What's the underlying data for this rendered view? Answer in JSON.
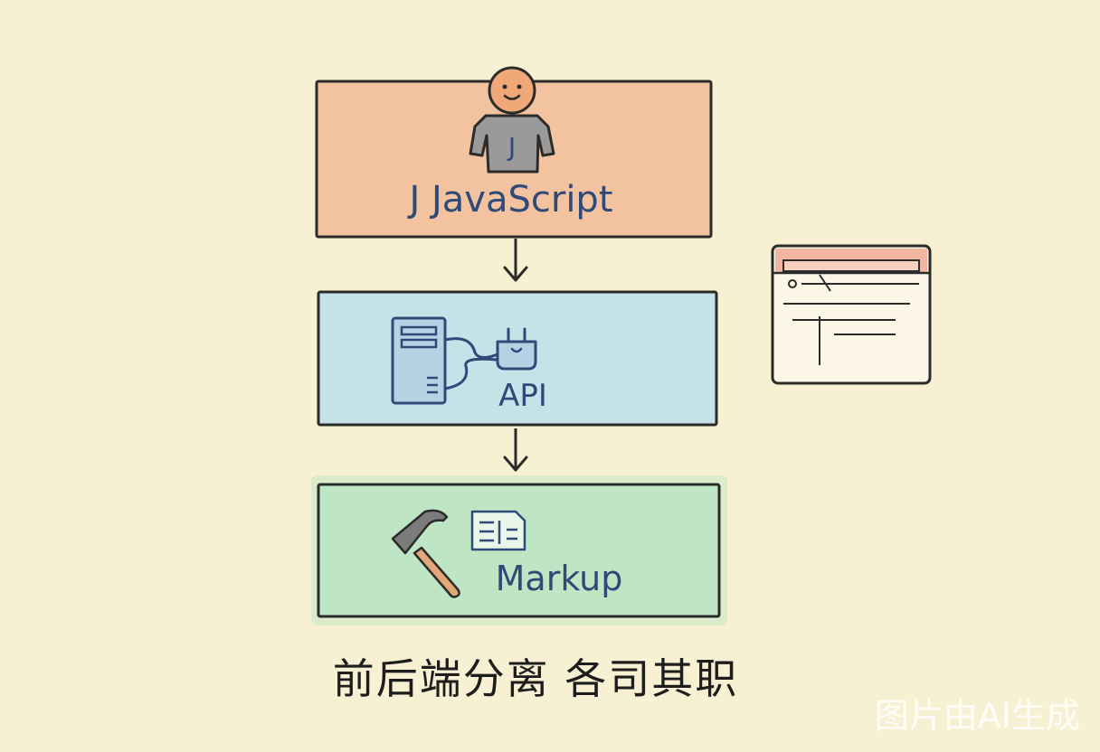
{
  "diagram": {
    "layers": [
      {
        "label": "J JavaScript",
        "icon": "person-icon",
        "badge": "J",
        "color": "#f3c3a0"
      },
      {
        "label": "API",
        "icon": "server-plug-icon",
        "color": "#c6e2e9"
      },
      {
        "label": "Markup",
        "icon": "hammer-document-icon",
        "color": "#bfe6c4"
      }
    ],
    "caption": "前后端分离 各司其职",
    "side_icon": "browser-window-icon"
  },
  "watermark": "图片由AI生成"
}
